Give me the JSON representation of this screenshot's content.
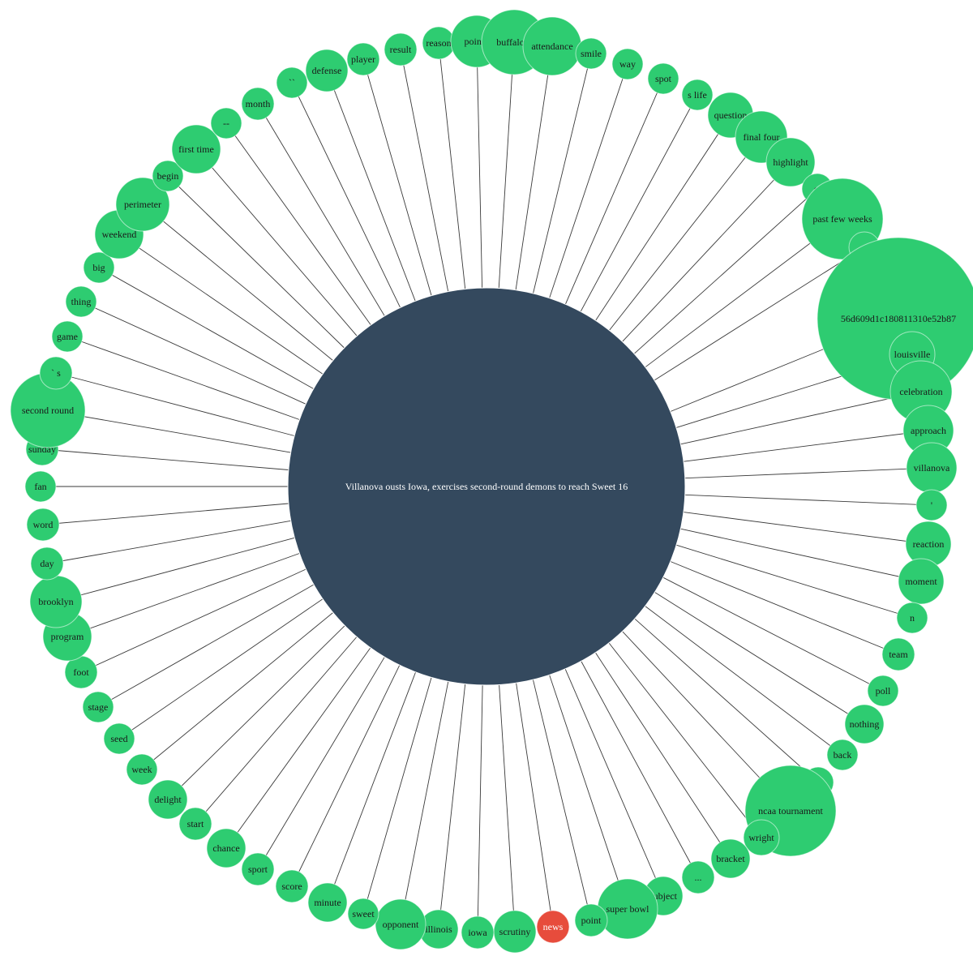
{
  "center": {
    "label": "Villanova ousts Iowa, exercises second-round demons to reach Sweet 16"
  },
  "colors": {
    "center": "#34495e",
    "node": "#2ecc71",
    "highlight": "#e74c3c",
    "edge": "#3a3a3a"
  },
  "nodes": [
    {
      "label": "reason"
    },
    {
      "label": "point l"
    },
    {
      "label": "buffalo b"
    },
    {
      "label": "attendance"
    },
    {
      "label": "smile"
    },
    {
      "label": "way"
    },
    {
      "label": "spot"
    },
    {
      "label": "s life"
    },
    {
      "label": "question"
    },
    {
      "label": "final four"
    },
    {
      "label": "highlight"
    },
    {
      "label": "st"
    },
    {
      "label": "past few weeks"
    },
    {
      "label": ""
    },
    {
      "label": "56d609d1c180811310e52b87"
    },
    {
      "label": "louisville"
    },
    {
      "label": "celebration"
    },
    {
      "label": "approach"
    },
    {
      "label": "villanova"
    },
    {
      "label": "'"
    },
    {
      "label": "reaction"
    },
    {
      "label": "moment"
    },
    {
      "label": "n"
    },
    {
      "label": "team"
    },
    {
      "label": "poll"
    },
    {
      "label": "nothing"
    },
    {
      "label": "back"
    },
    {
      "label": ""
    },
    {
      "label": "ncaa tournament"
    },
    {
      "label": "wright"
    },
    {
      "label": "bracket"
    },
    {
      "label": "..."
    },
    {
      "label": "subject"
    },
    {
      "label": "super bowl"
    },
    {
      "label": "point"
    },
    {
      "label": "news",
      "highlight": true
    },
    {
      "label": "scrutiny"
    },
    {
      "label": "iowa"
    },
    {
      "label": "illinois"
    },
    {
      "label": "opponent"
    },
    {
      "label": "sweet"
    },
    {
      "label": "minute"
    },
    {
      "label": "score"
    },
    {
      "label": "sport"
    },
    {
      "label": "chance"
    },
    {
      "label": "start"
    },
    {
      "label": "delight"
    },
    {
      "label": "week"
    },
    {
      "label": "seed"
    },
    {
      "label": "stage"
    },
    {
      "label": "foot"
    },
    {
      "label": "program"
    },
    {
      "label": "brooklyn"
    },
    {
      "label": "day"
    },
    {
      "label": "word"
    },
    {
      "label": "fan"
    },
    {
      "label": "sunday"
    },
    {
      "label": "second round"
    },
    {
      "label": "` s"
    },
    {
      "label": "game"
    },
    {
      "label": "thing"
    },
    {
      "label": "big"
    },
    {
      "label": "weekend"
    },
    {
      "label": "perimeter"
    },
    {
      "label": "begin"
    },
    {
      "label": "first time"
    },
    {
      "label": "--"
    },
    {
      "label": "month"
    },
    {
      "label": "``"
    },
    {
      "label": "defense"
    },
    {
      "label": "player"
    },
    {
      "label": "result"
    }
  ]
}
